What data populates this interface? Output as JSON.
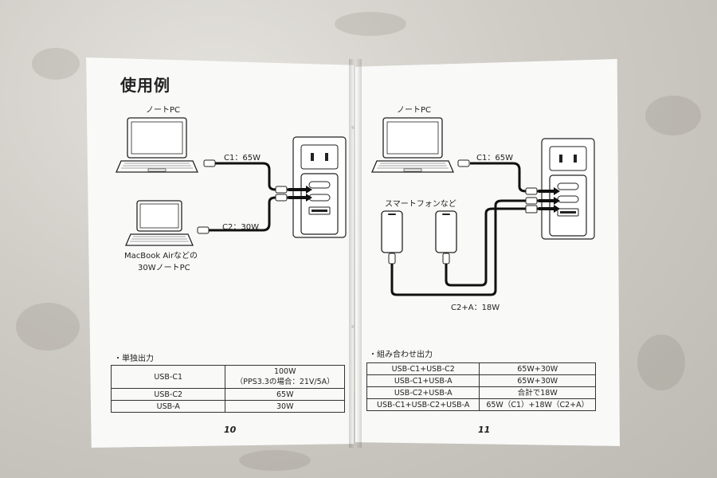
{
  "left_page": {
    "title": "使用例",
    "device_label_1": "ノートPC",
    "cable_label_c1": "C1：65W",
    "cable_label_c2": "C2：30W",
    "device_label_2_line1": "MacBook Airなどの",
    "device_label_2_line2": "30WノートPC",
    "section_heading": "・単独出力",
    "table_rows": [
      {
        "port": "USB-C1",
        "output_line1": "100W",
        "output_line2": "（PPS3.3の場合：21V/5A）"
      },
      {
        "port": "USB-C2",
        "output_line1": "65W"
      },
      {
        "port": "USB-A",
        "output_line1": "30W"
      }
    ],
    "page_number": "10"
  },
  "right_page": {
    "device_label_1": "ノートPC",
    "cable_label_c1": "C1：65W",
    "device_label_2": "スマートフォンなど",
    "cable_label_c2a": "C2+A：18W",
    "section_heading": "・組み合わせ出力",
    "table_rows": [
      {
        "combo": "USB-C1+USB-C2",
        "output": "65W+30W"
      },
      {
        "combo": "USB-C1+USB-A",
        "output": "65W+30W"
      },
      {
        "combo": "USB-C2+USB-A",
        "output": "合計で18W"
      },
      {
        "combo": "USB-C1+USB-C2+USB-A",
        "output": "65W（C1）+18W（C2+A）"
      }
    ],
    "page_number": "11"
  }
}
